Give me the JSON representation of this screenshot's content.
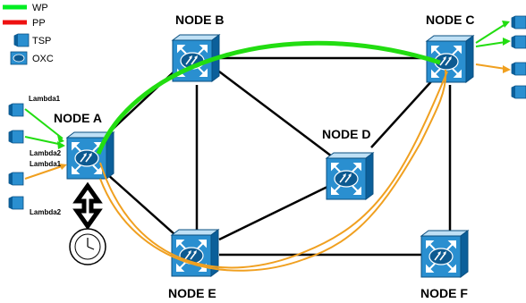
{
  "legend": {
    "wp": {
      "label": "WP",
      "color": "#00ee22"
    },
    "pp": {
      "label": "PP",
      "color": "#ee1111"
    },
    "tsp": {
      "label": "TSP"
    },
    "oxc": {
      "label": "OXC"
    }
  },
  "nodes": {
    "a": {
      "label": "NODE A"
    },
    "b": {
      "label": "NODE B"
    },
    "c": {
      "label": "NODE C"
    },
    "d": {
      "label": "NODE D"
    },
    "e": {
      "label": "NODE E"
    },
    "f": {
      "label": "NODE F"
    }
  },
  "lambdas": {
    "l1_top": "Lambda1",
    "l2_mid": "Lambda2",
    "l1_mid": "Lambda1",
    "l2_bottom": "Lambda2"
  },
  "colors": {
    "link": "#000000",
    "working_path": "#22dd11",
    "protection_path": "#f0a020",
    "node_face": "#2a8fd0",
    "node_top": "#bfe0f5",
    "node_side": "#0b5f9a"
  }
}
